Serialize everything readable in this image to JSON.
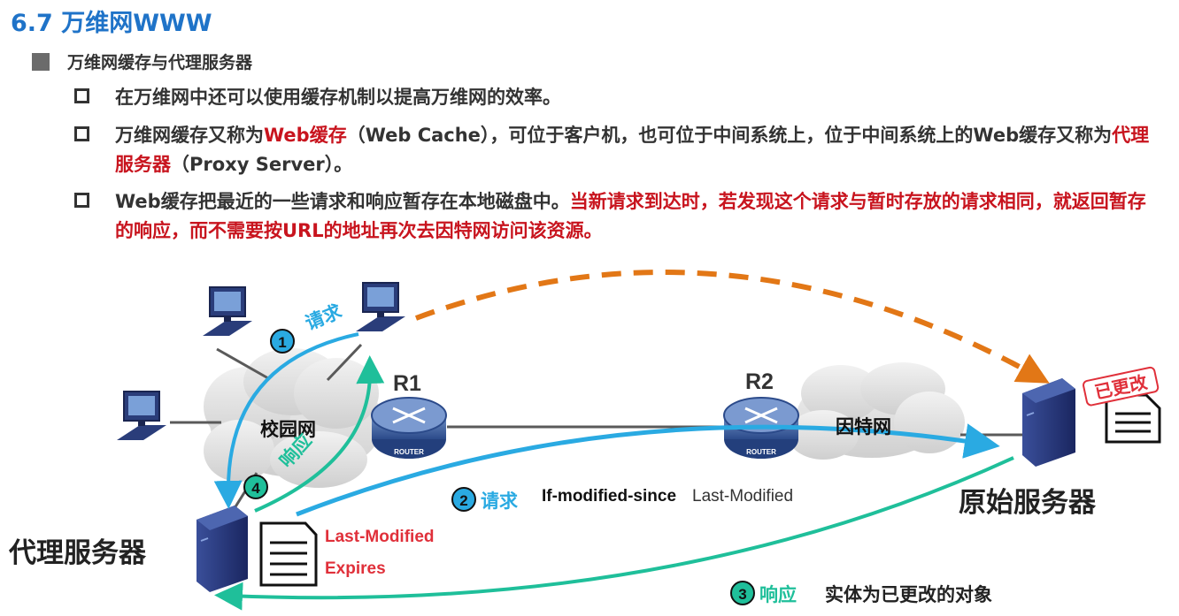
{
  "title": "6.7 万维网WWW",
  "heading": "万维网缓存与代理服务器",
  "bullets": [
    {
      "parts": [
        {
          "t": "在万维网中还可以使用缓存机制以提高万维网的效率。",
          "red": false
        }
      ]
    },
    {
      "parts": [
        {
          "t": "万维网缓存又称为",
          "red": false
        },
        {
          "t": "Web缓存",
          "red": true
        },
        {
          "t": "（Web Cache），可位于客户机，也可位于中间系统上，位于中间系统上的Web缓存又称为",
          "red": false
        },
        {
          "t": "代理服务器",
          "red": true
        },
        {
          "t": "（Proxy Server）。",
          "red": false
        }
      ]
    },
    {
      "parts": [
        {
          "t": "Web缓存把最近的一些请求和响应暂存在本地磁盘中。",
          "red": false
        },
        {
          "t": "当新请求到达时，若发现这个请求与暂时存放的请求相同，就返回暂存的响应，而不需要按URL的地址再次去因特网访问该资源。",
          "red": true
        }
      ]
    }
  ],
  "diagram": {
    "campus_net": "校园网",
    "internet": "因特网",
    "r1": "R1",
    "r2": "R2",
    "router_text": "ROUTER",
    "proxy_server": "代理服务器",
    "origin_server": "原始服务器",
    "changed_stamp": "已更改",
    "proxy_doc_line1": "Last-Modified",
    "proxy_doc_line2": "Expires",
    "step1_num": "1",
    "step1_label": "请求",
    "step2_num": "2",
    "step2_label": "请求",
    "step2_header": "If-modified-since",
    "step2_value": "Last-Modified",
    "step3_num": "3",
    "step3_label": "响应",
    "step3_desc": "实体为已更改的对象",
    "step4_num": "4",
    "step4_label": "响应"
  },
  "colors": {
    "title": "#1f73c8",
    "red": "#c8141e",
    "request_arrow": "#2aaae2",
    "response_arrow": "#1fbf9a",
    "dashed_arrow": "#e27716"
  }
}
